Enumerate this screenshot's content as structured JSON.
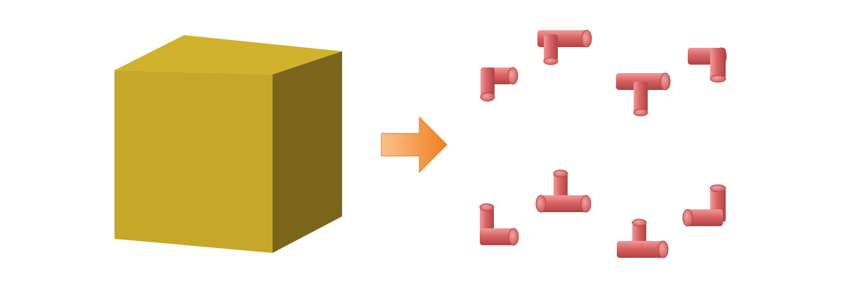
{
  "colors": {
    "background": "#ffffff",
    "cube_top": "#d1b22c",
    "cube_front": "#c6a72a",
    "cube_side": "#7a651b",
    "arrow_light": "#fbc28c",
    "arrow_dark": "#f07f1f",
    "joint_light": "#ee8585",
    "joint_mid": "#d86262",
    "joint_dark": "#b84545"
  },
  "diagram": {
    "cube": {
      "icon": "solid-cube",
      "description_icon": "yellow-cube-icon"
    },
    "arrow": {
      "icon": "right-arrow-icon",
      "direction": "right"
    },
    "corner_joints": {
      "icon": "pipe-elbow-joint-icon",
      "count": 8
    }
  }
}
